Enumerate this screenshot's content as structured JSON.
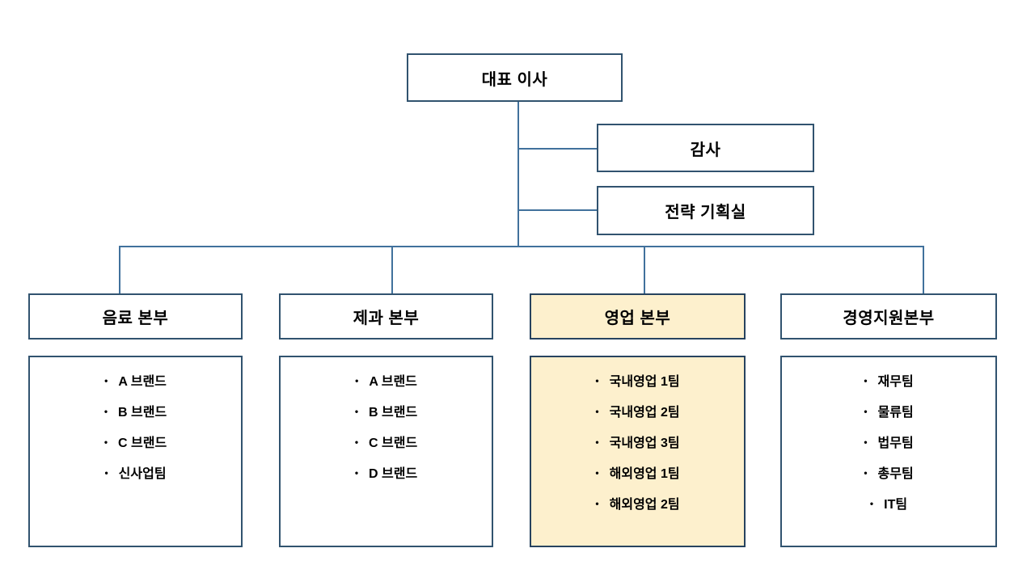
{
  "org_chart": {
    "bullet": "•",
    "root": {
      "label": "대표 이사"
    },
    "staff": [
      {
        "label": "감사"
      },
      {
        "label": "전략 기획실"
      }
    ],
    "divisions": [
      {
        "label": "음료 본부",
        "highlighted": false,
        "teams": [
          "A 브랜드",
          "B 브랜드",
          "C 브랜드",
          "신사업팀"
        ]
      },
      {
        "label": "제과 본부",
        "highlighted": false,
        "teams": [
          "A 브랜드",
          "B 브랜드",
          "C 브랜드",
          "D 브랜드"
        ]
      },
      {
        "label": "영업 본부",
        "highlighted": true,
        "teams": [
          "국내영업 1팀",
          "국내영업 2팀",
          "국내영업 3팀",
          "해외영업 1팀",
          "해외영업 2팀"
        ]
      },
      {
        "label": "경영지원본부",
        "highlighted": false,
        "teams": [
          "재무팀",
          "물류팀",
          "법무팀",
          "총무팀",
          "IT팀"
        ]
      }
    ],
    "colors": {
      "highlight_fill": "#FDF0CD",
      "box_border": "#31536F",
      "connector": "#41719C",
      "text": "#000000"
    }
  }
}
